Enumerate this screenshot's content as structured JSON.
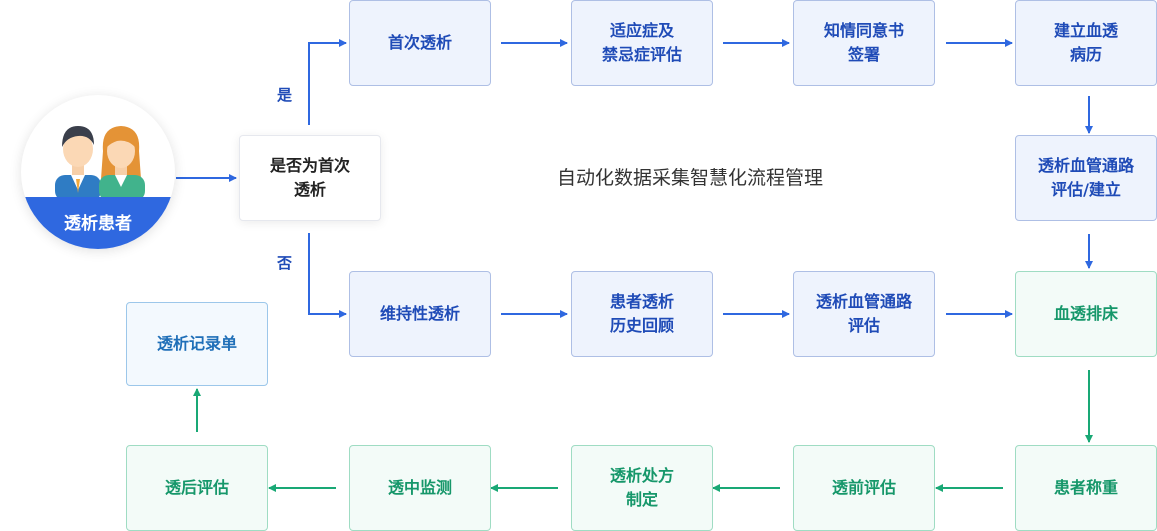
{
  "center_title": "自动化数据采集智慧化流程管理",
  "patient": {
    "label": "透析患者",
    "icon": "patients-icon"
  },
  "decision": {
    "label": "是否为首次\n透析",
    "yes": "是",
    "no": "否"
  },
  "first_row": [
    {
      "id": "first-dialysis",
      "label": "首次透析"
    },
    {
      "id": "indication-assessment",
      "label": "适应症及\n禁忌症评估"
    },
    {
      "id": "informed-consent",
      "label": "知情同意书\n签署"
    },
    {
      "id": "create-record",
      "label": "建立血透\n病历"
    }
  ],
  "vascular_access": {
    "label": "透析血管通路\n评估/建立"
  },
  "second_row": [
    {
      "id": "maintenance-dialysis",
      "label": "维持性透析"
    },
    {
      "id": "history-review",
      "label": "患者透析\n历史回顾"
    },
    {
      "id": "vascular-assessment",
      "label": "透析血管通路\n评估"
    }
  ],
  "bed_scheduling": {
    "label": "血透排床"
  },
  "bottom_row": [
    {
      "id": "weighing",
      "label": "患者称重"
    },
    {
      "id": "pre-assessment",
      "label": "透前评估"
    },
    {
      "id": "prescription",
      "label": "透析处方\n制定"
    },
    {
      "id": "monitoring",
      "label": "透中监测"
    },
    {
      "id": "post-assessment",
      "label": "透后评估"
    }
  ],
  "record_sheet": {
    "label": "透析记录单"
  },
  "colors": {
    "blue": "#2f68e0",
    "green": "#19a875",
    "box_blue_bg": "#eef3fd",
    "box_green_bg": "#f3fbf8"
  }
}
